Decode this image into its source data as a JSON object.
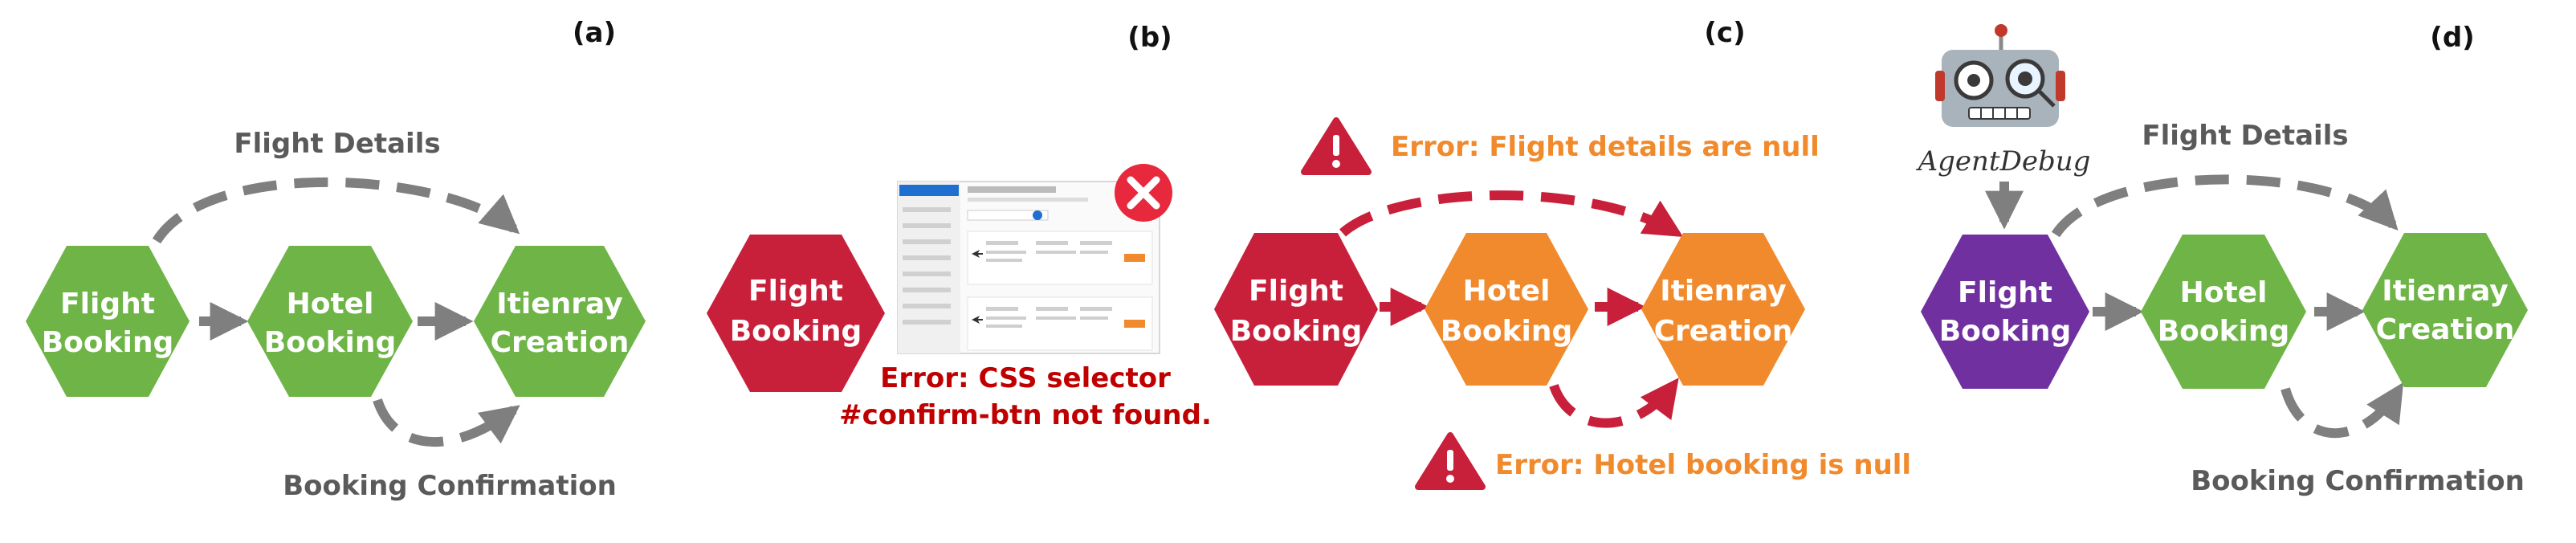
{
  "panels": {
    "a": {
      "label": "(a)",
      "nodes": {
        "flight": [
          "Flight",
          "Booking"
        ],
        "hotel": [
          "Hotel",
          "Booking"
        ],
        "itinerary": [
          "Itienray",
          "Creation"
        ]
      },
      "edge_top": "Flight Details",
      "edge_bottom": "Booking Confirmation"
    },
    "b": {
      "label": "(b)",
      "node": [
        "Flight",
        "Booking"
      ],
      "error_lines": [
        "Error: CSS selector",
        "#confirm-btn not found."
      ]
    },
    "c": {
      "label": "(c)",
      "nodes": {
        "flight": [
          "Flight",
          "Booking"
        ],
        "hotel": [
          "Hotel",
          "Booking"
        ],
        "itinerary": [
          "Itienray",
          "Creation"
        ]
      },
      "error_top": "Error: Flight details are null",
      "error_bottom": "Error: Hotel booking is null"
    },
    "d": {
      "label": "(d)",
      "agent": "AgentDebug",
      "nodes": {
        "flight": [
          "Flight",
          "Booking"
        ],
        "hotel": [
          "Hotel",
          "Booking"
        ],
        "itinerary": [
          "Itienray",
          "Creation"
        ]
      },
      "edge_top": "Flight Details",
      "edge_bottom": "Booking Confirmation"
    }
  },
  "colors": {
    "green": "#6eb446",
    "crimson": "#c8203a",
    "orange": "#f08a2c",
    "purple": "#7030a0",
    "arrow_gray": "#7f7f7f",
    "label_gray": "#5a5a5a",
    "error_red": "#c00000",
    "error_orange": "#f08a2c"
  },
  "icons": [
    "warning-icon",
    "close-icon",
    "robot-icon"
  ]
}
